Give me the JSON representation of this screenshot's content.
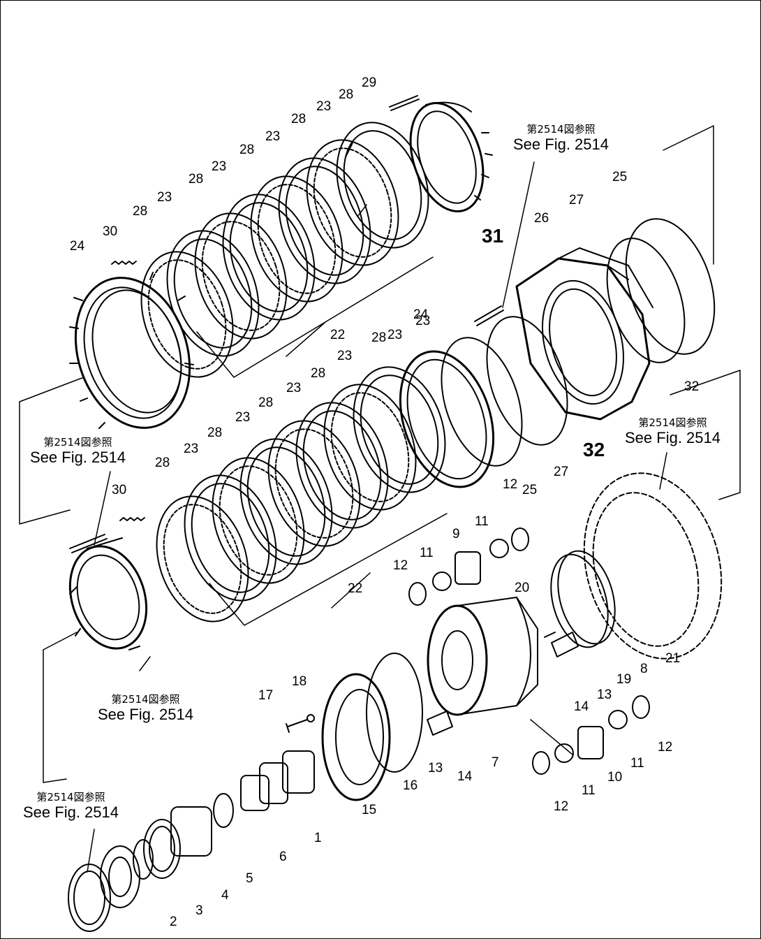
{
  "reference_notes": [
    {
      "jp": "第2514図参照",
      "en": "See Fig. 2514"
    },
    {
      "jp": "第2514図参照",
      "en": "See Fig. 2514"
    },
    {
      "jp": "第2514図参照",
      "en": "See Fig. 2514"
    },
    {
      "jp": "第2514図参照",
      "en": "See Fig. 2514"
    },
    {
      "jp": "第2514図参照",
      "en": "See Fig. 2514"
    }
  ],
  "part_labels": [
    "1",
    "2",
    "3",
    "4",
    "5",
    "6",
    "7",
    "8",
    "9",
    "10",
    "11",
    "11",
    "11",
    "11",
    "12",
    "12",
    "12",
    "12",
    "13",
    "13",
    "14",
    "14",
    "15",
    "16",
    "17",
    "18",
    "19",
    "20",
    "21",
    "22",
    "22",
    "23",
    "23",
    "23",
    "23",
    "23",
    "23",
    "23",
    "23",
    "23",
    "23",
    "24",
    "24",
    "25",
    "25",
    "26",
    "27",
    "27",
    "28",
    "28",
    "28",
    "28",
    "28",
    "28",
    "28",
    "28",
    "28",
    "28",
    "29",
    "30",
    "30",
    "31",
    "32",
    "32"
  ]
}
